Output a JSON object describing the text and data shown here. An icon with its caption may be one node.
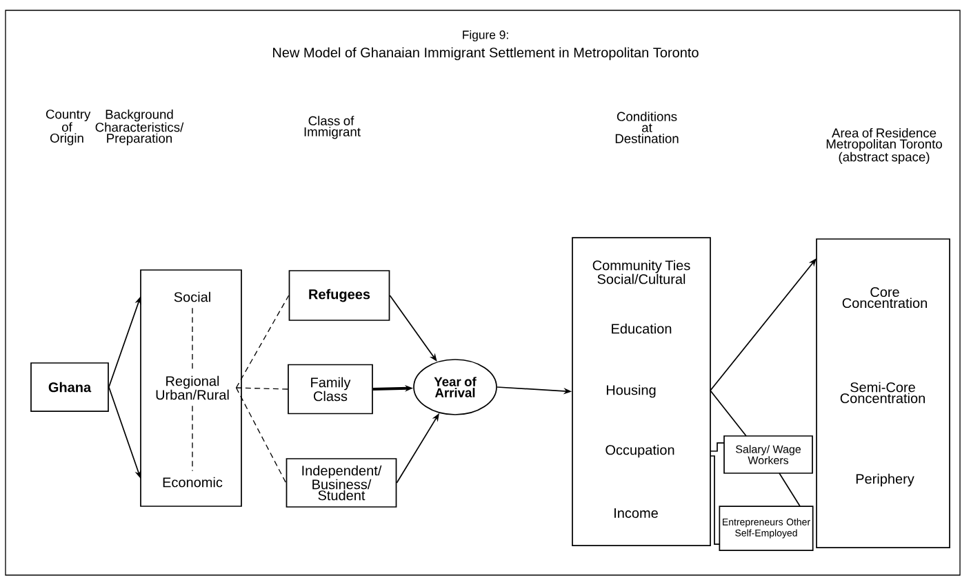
{
  "diagram": {
    "title": "New Model of Ghanaian Immigrant Settlement in Metropolitan Toronto",
    "nodes": [
      {
        "text": [
          "Ghana"
        ]
      },
      {
        "text": [],
        "shape": "box"
      },
      {
        "text": [
          "Social"
        ],
        "in": 1
      },
      {
        "text": [
          "Regional Urban/Rural"
        ],
        "in": 1
      },
      {
        "text": [
          "Economic"
        ],
        "in": 1
      },
      {
        "text": [
          "Refugees"
        ]
      },
      {
        "text": [
          "Family Class"
        ]
      },
      {
        "text": [
          "Independent/ Business/ Student"
        ]
      },
      {
        "text": [
          "Year of Arrival"
        ]
      },
      {
        "text": [],
        "shape": "box"
      },
      {
        "text": [
          "Community Ties Social/Cultural"
        ],
        "in": 9
      },
      {
        "text": [
          "Education"
        ],
        "in": 9
      },
      {
        "text": [
          "Housing"
        ],
        "in": 9
      },
      {
        "text": [
          "Occupation"
        ],
        "in": 9
      },
      {
        "text": [
          "Income"
        ],
        "in": 9
      },
      {
        "text": [
          "Salary/ Wage Workers"
        ]
      },
      {
        "text": [
          "Entrepreneurs Other Self-Employed"
        ]
      },
      {
        "text": [],
        "shape": "box"
      },
      {
        "text": [
          "Core Concentration"
        ],
        "in": 17
      },
      {
        "text": [
          "Semi-Core Concentration"
        ],
        "in": 17
      },
      {
        "text": [
          "Periphery"
        ],
        "in": 17
      }
    ],
    "edges": [
      {
        "from": 0,
        "to": 1,
        "arrow": "to"
      },
      {
        "from": 0,
        "to": 1,
        "arrow": "to"
      },
      {
        "from": 2,
        "to": 3,
        "arrow": "none",
        "style": "dashed"
      },
      {
        "from": 3,
        "to": 4,
        "arrow": "none",
        "style": "dashed"
      },
      {
        "from": 3,
        "to": 5,
        "arrow": "none",
        "style": "dashed"
      },
      {
        "from": 3,
        "to": 6,
        "arrow": "none",
        "style": "dashed"
      },
      {
        "from": 3,
        "to": 7,
        "arrow": "none",
        "style": "dashed"
      },
      {
        "from": 5,
        "to": 8,
        "arrow": "to"
      },
      {
        "from": 6,
        "to": 8,
        "arrow": "to",
        "style": "thick"
      },
      {
        "from": 7,
        "to": 8,
        "arrow": "to"
      },
      {
        "from": 8,
        "to": 9,
        "arrow": "to"
      },
      {
        "from": 9,
        "to": 17,
        "arrow": "to"
      },
      {
        "from": 9,
        "to": 15,
        "arrow": "none"
      },
      {
        "from": 15,
        "to": 16,
        "arrow": "none"
      },
      {
        "from": 9,
        "to": 15,
        "arrow": "none"
      },
      {
        "from": 9,
        "to": 16,
        "arrow": "none"
      }
    ],
    "labels": [
      "Figure 9:",
      "Country of Origin",
      "Background Characteristics/ Preparation",
      "Class of Immigrant",
      "Conditions at Destination",
      "Area of Residence Metropolitan Toronto (abstract space)"
    ]
  }
}
